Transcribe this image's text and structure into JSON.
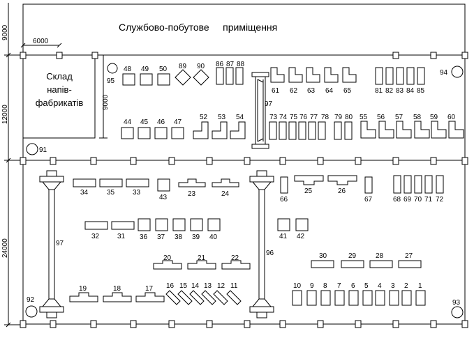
{
  "title_service": "Службово-побутове     приміщення",
  "warehouse_label": [
    "Склад",
    "напів-",
    "фабрикатів"
  ],
  "dims": {
    "d9000_top": "9000",
    "d12000": "12000",
    "d24000": "24000",
    "d6000": "6000",
    "d9000_inner": "9000"
  },
  "equipment": {
    "1": "1",
    "2": "2",
    "3": "3",
    "4": "4",
    "5": "5",
    "6": "6",
    "7": "7",
    "8": "8",
    "9": "9",
    "10": "10",
    "11": "11",
    "12": "12",
    "13": "13",
    "14": "14",
    "15": "15",
    "16": "16",
    "17": "17",
    "18": "18",
    "19": "19",
    "20": "20",
    "21": "21",
    "22": "22",
    "23": "23",
    "24": "24",
    "25": "25",
    "26": "26",
    "27": "27",
    "28": "28",
    "29": "29",
    "30": "30",
    "31": "31",
    "32": "32",
    "33": "33",
    "34": "34",
    "35": "35",
    "36": "36",
    "37": "37",
    "38": "38",
    "39": "39",
    "40": "40",
    "41": "41",
    "42": "42",
    "43": "43",
    "44": "44",
    "45": "45",
    "46": "46",
    "47": "47",
    "48": "48",
    "49": "49",
    "50": "50",
    "52": "52",
    "53": "53",
    "54": "54",
    "55": "55",
    "56": "56",
    "57": "57",
    "58": "58",
    "59": "59",
    "60": "60",
    "61": "61",
    "62": "62",
    "63": "63",
    "64": "64",
    "65": "65",
    "66": "66",
    "67": "67",
    "68": "68",
    "69": "69",
    "70": "70",
    "71": "71",
    "72": "72",
    "73": "73",
    "74": "74",
    "75": "75",
    "76": "76",
    "77": "77",
    "78": "78",
    "79": "79",
    "80": "80",
    "81": "81",
    "82": "82",
    "83": "83",
    "84": "84",
    "85": "85",
    "86": "86",
    "87": "87",
    "88": "88",
    "89": "89",
    "90": "90",
    "91": "91",
    "92": "92",
    "93": "93",
    "94": "94",
    "95": "95",
    "96": "96",
    "97": "97"
  }
}
